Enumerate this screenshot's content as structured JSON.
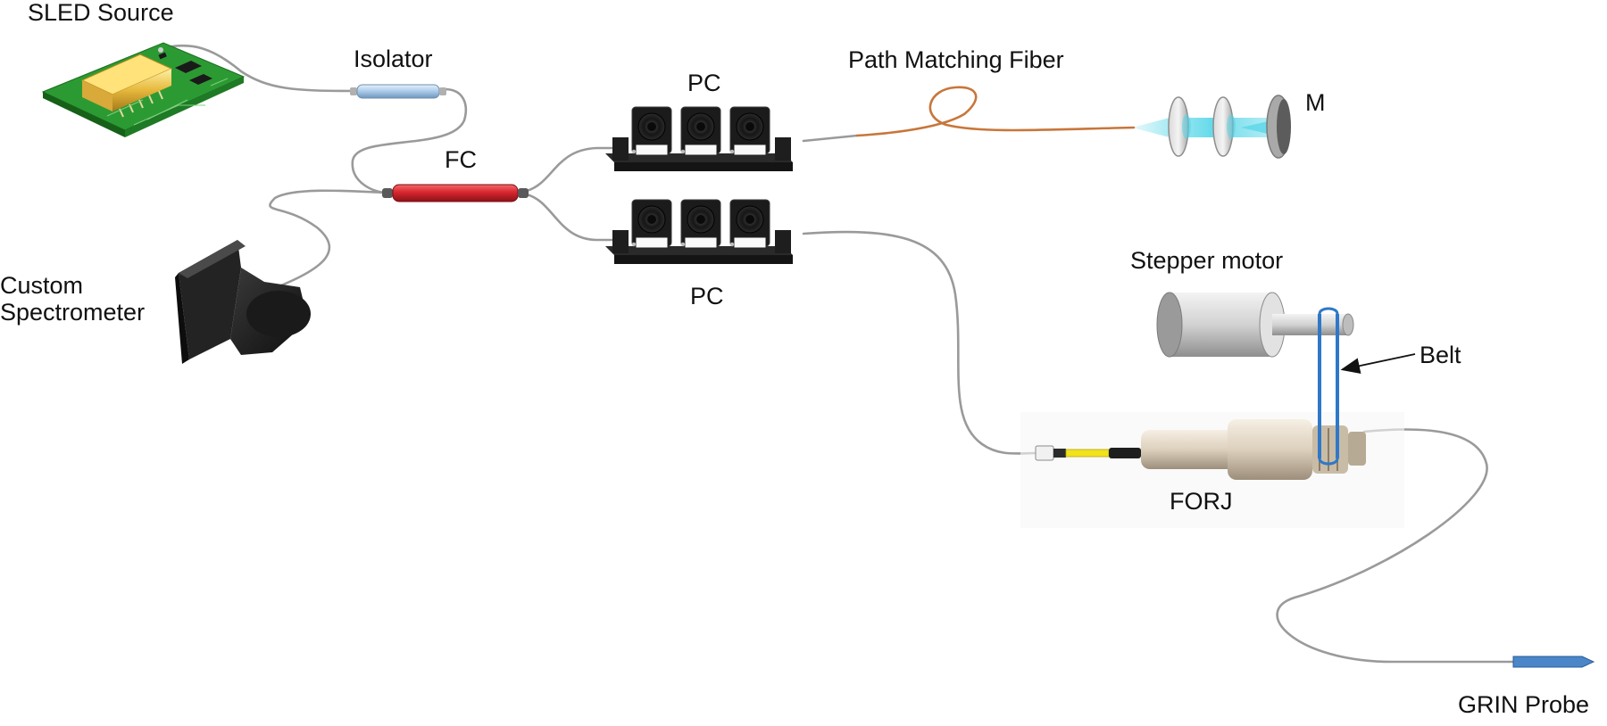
{
  "labels": {
    "sled_source": "SLED Source",
    "isolator": "Isolator",
    "fc": "FC",
    "pc_top": "PC",
    "pc_bottom": "PC",
    "path_matching_fiber": "Path Matching Fiber",
    "mirror": "M",
    "custom_spectrometer_line1": "Custom",
    "custom_spectrometer_line2": "Spectrometer",
    "stepper_motor": "Stepper motor",
    "belt": "Belt",
    "forj": "FORJ",
    "grin_probe": "GRIN Probe"
  },
  "colors": {
    "fiber": "#9a9a9a",
    "path_fiber": "#c8763a",
    "coupler": "#d8262f",
    "isolator": "#b8d4ec",
    "pcb": "#2c9a32",
    "chip": "#e6b83c",
    "belt": "#2f78c8",
    "probe": "#4a86c8",
    "beam": "#56d6e8",
    "connector_yellow": "#f2e21b",
    "paddle": "#1b1b1b"
  }
}
